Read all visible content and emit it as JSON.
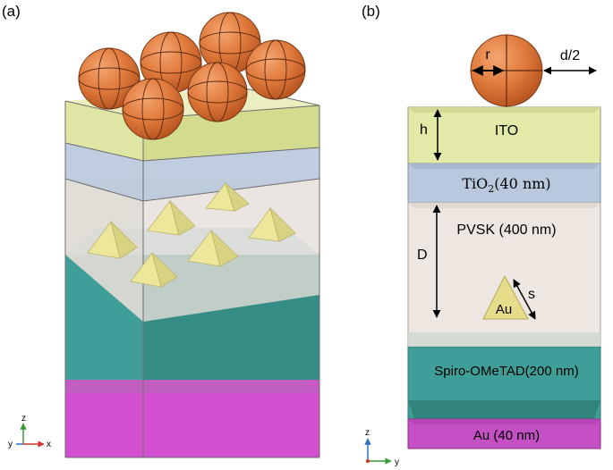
{
  "panel_a": {
    "label": "(a)",
    "axes": {
      "z": "z",
      "y": "y",
      "x": "x"
    }
  },
  "panel_b": {
    "label": "(b)",
    "layers": {
      "ito": "ITO",
      "tio2_main": "TiO",
      "tio2_sub": "2",
      "tio2_suffix": "(40 nm)",
      "pvsk": "PVSK (400 nm)",
      "spiro": "Spiro-OMeTAD(200 nm)",
      "au_layer": "Au (40 nm)"
    },
    "particle": "Au",
    "dims": {
      "r": "r",
      "d_half": "d/2",
      "h": "h",
      "D": "D",
      "s": "s"
    },
    "axes": {
      "z": "z",
      "y": "y"
    }
  },
  "colors": {
    "ito": "#e3e9a6",
    "tio2": "#b9c8dd",
    "pvsk": "#eee6e1",
    "spiro": "#3f9e97",
    "au_layer": "#c54fc4",
    "sphere": "#e07a3c",
    "pyramid": "#ece79b"
  }
}
